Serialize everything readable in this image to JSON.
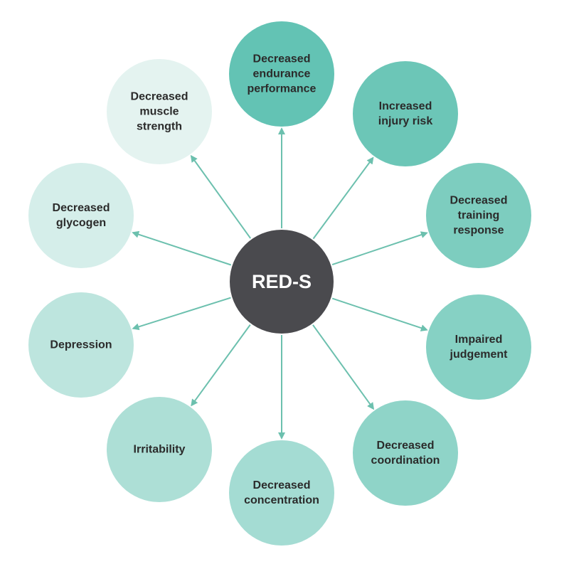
{
  "center": {
    "label": "RED-S",
    "color": "#4a4a4e"
  },
  "arrow_color": "#6cc0ae",
  "nodes": [
    {
      "id": "decreased-endurance-performance",
      "lines": [
        "Decreased",
        "endurance",
        "performance"
      ],
      "color": "#63c3b4"
    },
    {
      "id": "increased-injury-risk",
      "lines": [
        "Increased",
        "injury risk"
      ],
      "color": "#6cc6b7"
    },
    {
      "id": "decreased-training-response",
      "lines": [
        "Decreased",
        "training",
        "response"
      ],
      "color": "#7dcdbf"
    },
    {
      "id": "impaired-judgement",
      "lines": [
        "Impaired",
        "judgement"
      ],
      "color": "#86d1c4"
    },
    {
      "id": "decreased-coordination",
      "lines": [
        "Decreased",
        "coordination"
      ],
      "color": "#8fd4c8"
    },
    {
      "id": "decreased-concentration",
      "lines": [
        "Decreased",
        "concentration"
      ],
      "color": "#a4dcd3"
    },
    {
      "id": "irritability",
      "lines": [
        "Irritability"
      ],
      "color": "#addfd6"
    },
    {
      "id": "depression",
      "lines": [
        "Depression"
      ],
      "color": "#bde5de"
    },
    {
      "id": "decreased-glycogen",
      "lines": [
        "Decreased",
        "glycogen"
      ],
      "color": "#d5eeea"
    },
    {
      "id": "decreased-muscle-strength",
      "lines": [
        "Decreased",
        "muscle",
        "strength"
      ],
      "color": "#e4f3f0"
    }
  ]
}
